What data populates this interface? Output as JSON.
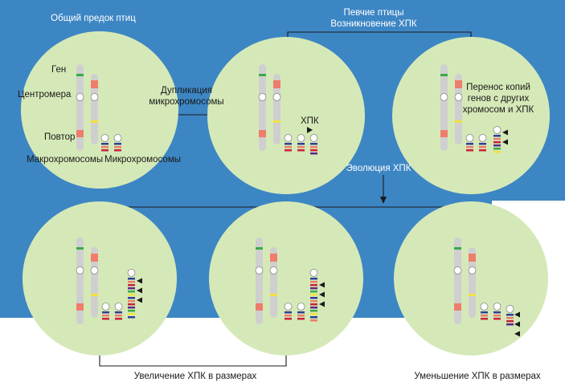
{
  "labels": {
    "ancestor": "Общий предок птиц",
    "songbirds_line1": "Певчие птицы",
    "songbirds_line2": "Возникновение ХПК",
    "gene": "Ген",
    "centromere": "Центромера",
    "repeat": "Повтор",
    "macro": "Макрохромосомы",
    "micro": "Микрохромосомы",
    "duplication_line1": "Дупликация",
    "duplication_line2": "микрохромосомы",
    "hpk": "ХПК",
    "transfer_line1": "Перенос копий",
    "transfer_line2": "генов с других",
    "transfer_line3": "хромосом и ХПК",
    "evolution": "Эволюция ХПК",
    "increase": "Увеличение ХПК в размерах",
    "decrease": "Уменьшение ХПК в размерах"
  },
  "colors": {
    "background_blue": "#3d86c4",
    "circle_fill": "#d5e9b8",
    "chromosome": "#cfcfcf",
    "gene_band": "#3aaa48",
    "repeat_band": "#ee7d6c",
    "yellow_band": "#f2e33c",
    "micro_blue": "#2f3f9a",
    "micro_red": "#c8243a",
    "micro_purple": "#5b2a86"
  },
  "cells": [
    {
      "id": "ancestor",
      "grc_bands": 0,
      "micro_count": 2
    },
    {
      "id": "songbird-origin",
      "grc_bands": 2,
      "micro_count": 3
    },
    {
      "id": "gene-transfer",
      "grc_bands": 4,
      "micro_count": 3
    },
    {
      "id": "grc-increase-1",
      "grc_bands": 9,
      "micro_count": 3
    },
    {
      "id": "grc-increase-2",
      "grc_bands": 10,
      "micro_count": 3
    },
    {
      "id": "grc-decrease",
      "grc_bands": 4,
      "micro_count": 3
    }
  ]
}
